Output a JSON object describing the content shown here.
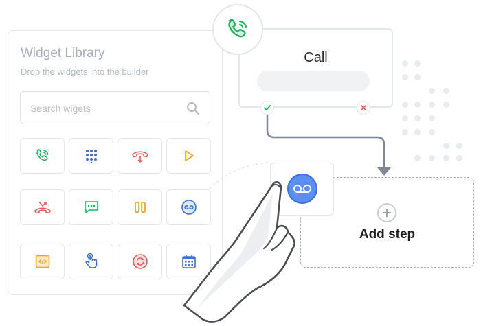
{
  "library": {
    "title": "Widget Library",
    "subtitle": "Drop the widgets into the builder",
    "search_placeholder": "Search wigets"
  },
  "widgets": [
    {
      "icon": "phone-call-icon",
      "color": "#22b35e"
    },
    {
      "icon": "dialpad-icon",
      "color": "#3b6fd6"
    },
    {
      "icon": "hangup-arrow-icon",
      "color": "#e25b5b"
    },
    {
      "icon": "play-icon",
      "color": "#f0a32a"
    },
    {
      "icon": "missed-call-icon",
      "color": "#e25b5b"
    },
    {
      "icon": "message-icon",
      "color": "#22b35e"
    },
    {
      "icon": "pause-icon",
      "color": "#f0a32a"
    },
    {
      "icon": "voicemail-icon",
      "color": "#3b6fd6"
    },
    {
      "icon": "code-icon",
      "color": "#f0a32a"
    },
    {
      "icon": "tap-icon",
      "color": "#3b6fd6"
    },
    {
      "icon": "transfer-icon",
      "color": "#e25b5b"
    },
    {
      "icon": "calendar-icon",
      "color": "#3b6fd6"
    }
  ],
  "flow": {
    "call_label": "Call",
    "add_step_label": "Add step"
  },
  "colors": {
    "green": "#22b35e",
    "blue": "#3b6fd6",
    "red": "#e25b5b",
    "orange": "#f0a32a",
    "connector": "#7d8894"
  }
}
